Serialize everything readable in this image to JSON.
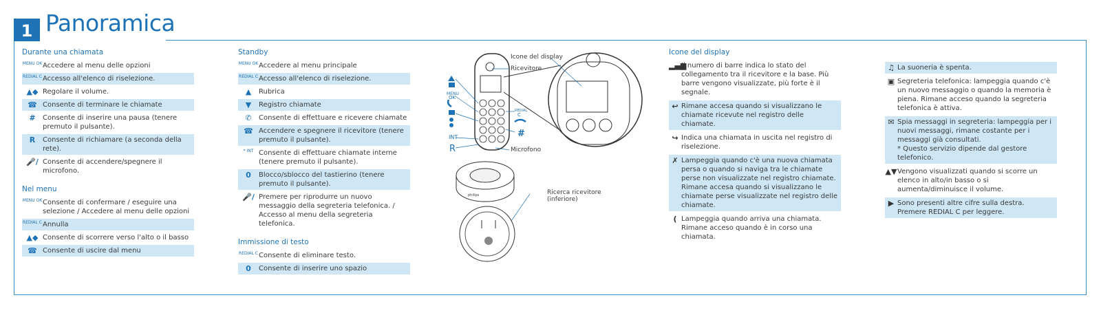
{
  "header": {
    "number": "1",
    "title": "Panoramica"
  },
  "col1": {
    "sec_call": "Durante una chiamata",
    "call_rows": [
      {
        "icon_name": "menu-ok-icon",
        "icon_text": "MENU OK",
        "text": "Accedere al menu delle opzioni",
        "hl": false
      },
      {
        "icon_name": "redial-c-icon",
        "icon_text": "REDIAL C",
        "text": "Accesso all'elenco di riselezione.",
        "hl": true
      },
      {
        "icon_name": "volume-icon",
        "icon_text": "▲◆",
        "text": "Regolare il volume.",
        "hl": false
      },
      {
        "icon_name": "hang-up-icon",
        "icon_text": "☎",
        "text": "Consente di terminare le chiamate",
        "hl": true
      },
      {
        "icon_name": "hash-icon",
        "icon_text": "#",
        "text": "Consente di inserire una pausa (tenere premuto il pulsante).",
        "hl": false
      },
      {
        "icon_name": "r-icon",
        "icon_text": "R",
        "text": "Consente di richiamare (a seconda della rete).",
        "hl": true
      },
      {
        "icon_name": "mute-icon",
        "icon_text": "🎤/",
        "text": "Consente di accendere/spegnere il microfono.",
        "hl": false
      }
    ],
    "sec_menu": "Nel menu",
    "menu_rows": [
      {
        "icon_name": "menu-ok-icon",
        "icon_text": "MENU OK",
        "text": "Consente di confermare / eseguire una selezione / Accedere al menu delle opzioni",
        "hl": false
      },
      {
        "icon_name": "redial-c-icon",
        "icon_text": "REDIAL C",
        "text": "Annulla",
        "hl": true
      },
      {
        "icon_name": "scroll-icon",
        "icon_text": "▲◆",
        "text": "Consente di scorrere verso l'alto o il basso",
        "hl": false
      },
      {
        "icon_name": "hang-up-icon",
        "icon_text": "☎",
        "text": "Consente di uscire dal menu",
        "hl": true
      }
    ]
  },
  "col2": {
    "sec_standby": "Standby",
    "standby_rows": [
      {
        "icon_name": "menu-ok-icon",
        "icon_text": "MENU OK",
        "text": "Accedere al menu principale",
        "hl": false
      },
      {
        "icon_name": "redial-c-icon",
        "icon_text": "REDIAL C",
        "text": "Accesso all'elenco di riselezione.",
        "hl": true
      },
      {
        "icon_name": "phonebook-icon",
        "icon_text": "▲",
        "text": "Rubrica",
        "hl": false
      },
      {
        "icon_name": "call-log-icon",
        "icon_text": "▼",
        "text": "Registro chiamate",
        "hl": true
      },
      {
        "icon_name": "talk-icon",
        "icon_text": "✆",
        "text": "Consente di effettuare e ricevere chiamate",
        "hl": false
      },
      {
        "icon_name": "hang-up-icon",
        "icon_text": "☎",
        "text": "Accendere e spegnere il ricevitore (tenere premuto il pulsante).",
        "hl": true
      },
      {
        "icon_name": "star-int-icon",
        "icon_text": "* INT",
        "text": "Consente di effettuare chiamate interne (tenere premuto il pulsante).",
        "hl": false
      },
      {
        "icon_name": "keylock-icon",
        "icon_text": "0",
        "text": "Blocco/sblocco del tastierino (tenere premuto il pulsante).",
        "hl": true
      },
      {
        "icon_name": "mute-icon",
        "icon_text": "🎤/",
        "text": "Premere per riprodurre un nuovo messaggio della segreteria telefonica. / Accesso al menu della segreteria telefonica.",
        "hl": false
      }
    ],
    "sec_text": "Immissione di testo",
    "text_rows": [
      {
        "icon_name": "redial-c-icon",
        "icon_text": "REDIAL C",
        "text": "Consente di eliminare testo.",
        "hl": false
      },
      {
        "icon_name": "space-icon",
        "icon_text": "0",
        "text": "Consente di inserire uno spazio",
        "hl": true
      }
    ]
  },
  "diagram": {
    "label_display_icons": "Icone del display",
    "label_receiver": "Ricevitore",
    "label_microphone": "Microfono",
    "label_pager": "Ricerca ricevitore",
    "label_pager_sub": "(inferiore)",
    "key_int": "INT",
    "key_r": "R",
    "key_menu": "MENU",
    "key_ok": "OK",
    "key_redial": "REDIAL",
    "key_c": "C",
    "key_hash": "#",
    "brand": "philips"
  },
  "col3": {
    "sec_icons": "Icone del display",
    "rows": [
      {
        "icon_name": "signal-bars-icon",
        "icon_text": "▂▄▆",
        "text": "Il numero di barre indica lo stato del collegamento tra il ricevitore e la base. Più barre vengono visualizzate, più forte è il segnale.",
        "hl": false
      },
      {
        "icon_name": "incoming-call-icon",
        "icon_text": "↩",
        "text": "Rimane accesa quando si visualizzano le chiamate ricevute nel registro delle chiamate.",
        "hl": true
      },
      {
        "icon_name": "outgoing-call-icon",
        "icon_text": "↪",
        "text": "Indica una chiamata in uscita nel registro di riselezione.",
        "hl": false
      },
      {
        "icon_name": "missed-call-icon",
        "icon_text": "✗",
        "text": "Lampeggia quando c'è una nuova chiamata persa o quando si naviga tra le chiamate perse non visualizzate nel registro chiamate. Rimane accesa quando si visualizzano le chiamate perse visualizzate nel registro delle chiamate.",
        "hl": true
      },
      {
        "icon_name": "call-active-icon",
        "icon_text": "(",
        "text": "Lampeggia quando arriva una chiamata. Rimane acceso quando è in corso una chiamata.",
        "hl": false
      }
    ]
  },
  "col4": {
    "rows": [
      {
        "icon_name": "ringer-off-icon",
        "icon_text": "♫",
        "text": "La suoneria è spenta.",
        "hl": true
      },
      {
        "icon_name": "answering-machine-icon",
        "icon_text": "▣",
        "text": "Segreteria telefonica: lampeggia quando c'è un nuovo messaggio o quando la memoria è piena. Rimane acceso quando la segreteria telefonica è attiva.",
        "hl": false
      },
      {
        "icon_name": "message-icon",
        "icon_text": "✉",
        "text": "Spia messaggi in segreteria: lampeggia per i nuovi messaggi, rimane costante per i messaggi già consultati.\n* Questo servizio dipende dal gestore telefonico.",
        "hl": true
      },
      {
        "icon_name": "up-down-icon",
        "icon_text": "▲▼",
        "text": "Vengono visualizzati quando si scorre un elenco in alto/in basso o si aumenta/diminuisce il volume.",
        "hl": false
      },
      {
        "icon_name": "more-digits-icon",
        "icon_text": "▶",
        "text": "Sono presenti altre cifre sulla destra. Premere REDIAL C per leggere.",
        "hl": true
      }
    ]
  }
}
